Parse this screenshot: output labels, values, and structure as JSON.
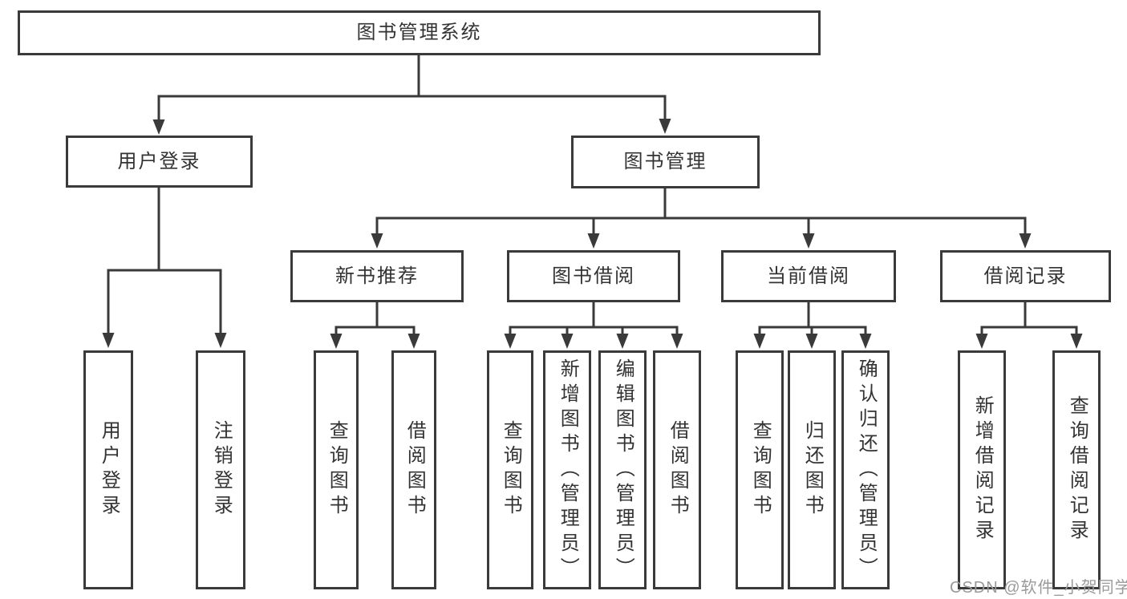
{
  "tree": {
    "root": {
      "label": "图书管理系统",
      "children": [
        {
          "label": "用户登录",
          "children": [
            {
              "label": "用户登录"
            },
            {
              "label": "注销登录"
            }
          ]
        },
        {
          "label": "图书管理",
          "children": [
            {
              "label": "新书推荐",
              "children": [
                {
                  "label": "查询图书"
                },
                {
                  "label": "借阅图书"
                }
              ]
            },
            {
              "label": "图书借阅",
              "children": [
                {
                  "label": "查询图书"
                },
                {
                  "label": "新增图书（管理员）"
                },
                {
                  "label": "编辑图书（管理员）"
                },
                {
                  "label": "借阅图书"
                }
              ]
            },
            {
              "label": "当前借阅",
              "children": [
                {
                  "label": "查询图书"
                },
                {
                  "label": "归还图书"
                },
                {
                  "label": "确认归还（管理员）"
                }
              ]
            },
            {
              "label": "借阅记录",
              "children": [
                {
                  "label": "新增借阅记录"
                },
                {
                  "label": "查询借阅记录"
                }
              ]
            }
          ]
        }
      ]
    }
  },
  "watermark": {
    "text": "CSDN @软件_小贺同学"
  },
  "colors": {
    "line": "#3a3a3a",
    "text": "#333333",
    "watermark": "#9a9a9a",
    "background": "#ffffff"
  }
}
